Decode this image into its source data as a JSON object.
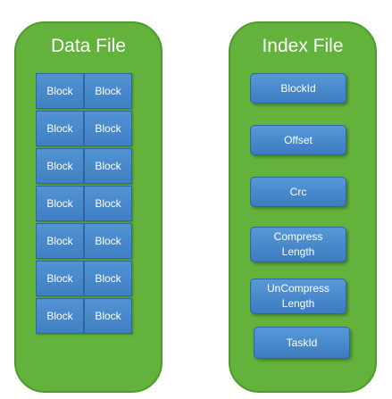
{
  "data_file": {
    "title": "Data File",
    "blocks": [
      [
        "Block",
        "Block"
      ],
      [
        "Block",
        "Block"
      ],
      [
        "Block",
        "Block"
      ],
      [
        "Block",
        "Block"
      ],
      [
        "Block",
        "Block"
      ],
      [
        "Block",
        "Block"
      ],
      [
        "Block",
        "Block"
      ]
    ]
  },
  "index_file": {
    "title": "Index File",
    "fields": [
      "BlockId",
      "Offset",
      "Crc",
      "Compress\nLength",
      "UnCompress\nLength",
      "TaskId"
    ]
  },
  "colors": {
    "panel_fill": "#63b23c",
    "box_fill": "#4a8bcf"
  }
}
